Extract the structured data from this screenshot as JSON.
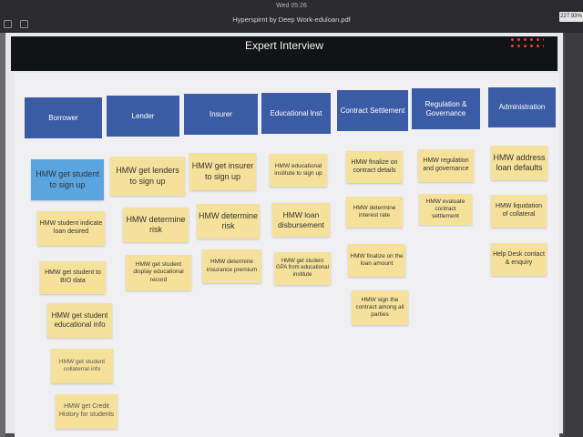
{
  "status_bar": {
    "clock": "Wed 05:26"
  },
  "window": {
    "title": "Hyperspirnt by Deep Work-eduloan.pdf",
    "zoom": "227.93%"
  },
  "slide": {
    "title": "Expert Interview"
  },
  "columns": [
    {
      "header": "Borrower",
      "notes": [
        "HMW get student to sign up",
        "HMW student indicate loan desired",
        "HMW get student to BIO data",
        "HMW get student educational info",
        "HMW get student collaterral info",
        "HMW get Credit History for students"
      ]
    },
    {
      "header": "Lender",
      "notes": [
        "HMW get lenders to sign up",
        "HMW determine risk",
        "HMW get student display educational record"
      ]
    },
    {
      "header": "Insurer",
      "notes": [
        "HMW get insurer to sign up",
        "HMW determine risk",
        "HMW determine insurance premium"
      ]
    },
    {
      "header": "Educational Inst",
      "notes": [
        "HMW educational institute to sign up",
        "HMW loan disbursement",
        "HMW get student GPA from educational institute"
      ]
    },
    {
      "header": "Contract Settlement",
      "notes": [
        "HMW finalize on contract details",
        "HMW determine interest rate",
        "HMW finalize on the loan amount",
        "HMW sign the contract among all parties"
      ]
    },
    {
      "header": "Regulation & Governance",
      "notes": [
        "HMW regulation and governance",
        "HMW evaluate contract settlement"
      ]
    },
    {
      "header": "Administration",
      "notes": [
        "HMW address loan defaults",
        "HMW liquidation of collateral",
        "Help Desk contact & enquiry"
      ]
    }
  ],
  "colors": {
    "header": "#3b5ba5",
    "sticky": "#f6e19a",
    "sticky_selected": "#5aa4df",
    "logo": "#e23a3a"
  }
}
